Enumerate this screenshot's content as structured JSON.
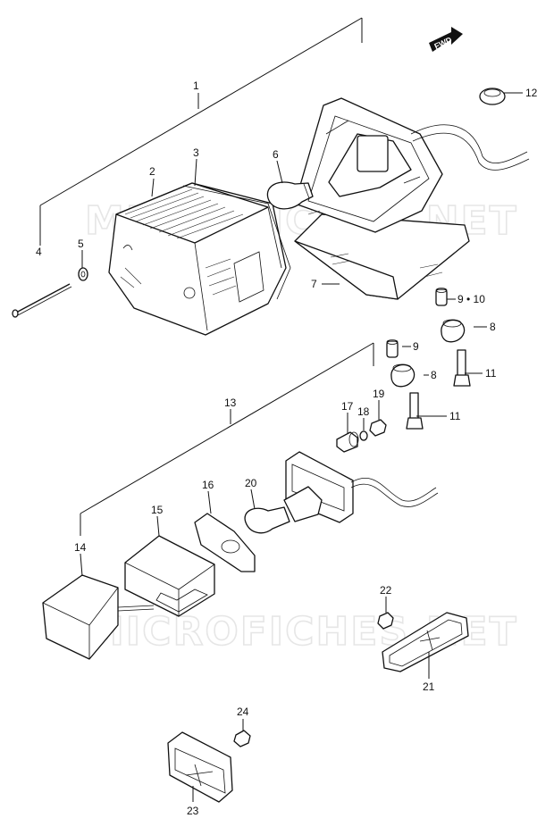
{
  "watermark": "MICROFICHES.NET",
  "fwd_label": "FWD",
  "callouts": {
    "c1": "1",
    "c2": "2",
    "c3": "3",
    "c4": "4",
    "c5": "5",
    "c6": "6",
    "c7": "7",
    "c8a": "8",
    "c8b": "8",
    "c9a": "9 • 10",
    "c9b": "9",
    "c11a": "11",
    "c11b": "11",
    "c12": "12",
    "c13": "13",
    "c14": "14",
    "c15": "15",
    "c16": "16",
    "c17": "17",
    "c18": "18",
    "c19": "19",
    "c20": "20",
    "c21": "21",
    "c22": "22",
    "c23": "23",
    "c24": "24"
  }
}
